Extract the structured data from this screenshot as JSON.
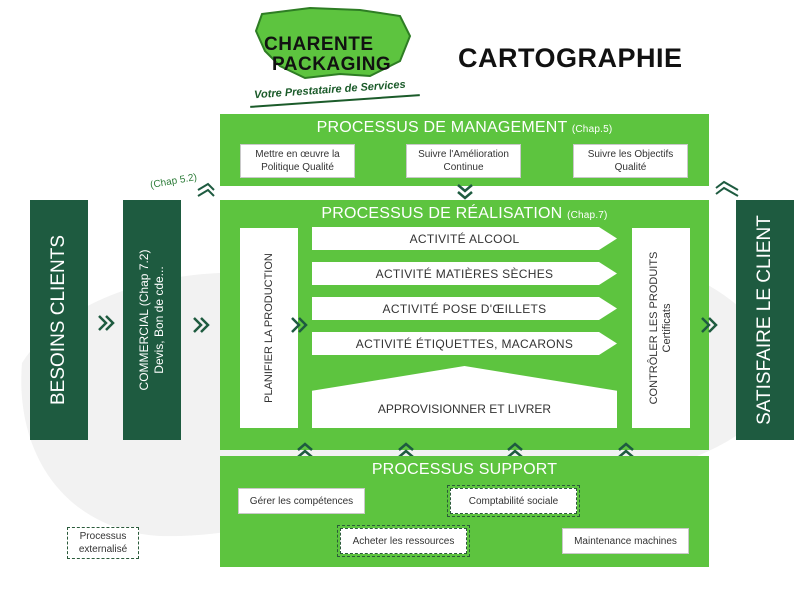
{
  "logo": {
    "line1": "CHARENTE",
    "line2": "PACKAGING",
    "tagline": "Votre Prestataire de Services"
  },
  "title": "CARTOGRAPHIE",
  "left_box": "BESOINS CLIENTS",
  "commercial": {
    "line1": "COMMERCIAL (Chap 7.2)",
    "line2": "Devis, Bon de cde..."
  },
  "chap52": "(Chap 5.2)",
  "right_box": "SATISFAIRE LE CLIENT",
  "management": {
    "title": "PROCESSUS DE MANAGEMENT",
    "chap": "(Chap.5)",
    "items": [
      {
        "line1": "Mettre en œuvre la",
        "line2": "Politique Qualité"
      },
      {
        "line1": "Suivre l'Amélioration",
        "line2": "Continue"
      },
      {
        "line1": "Suivre les Objectifs",
        "line2": "Qualité"
      }
    ]
  },
  "realisation": {
    "title": "PROCESSUS DE RÉALISATION",
    "chap": "(Chap.7)",
    "planifier": "PLANIFIER LA PRODUCTION",
    "activities": [
      "ACTIVITÉ ALCOOL",
      "ACTIVITÉ MATIÈRES SÈCHES",
      "ACTIVITÉ POSE D'ŒILLETS",
      "ACTIVITÉ ÉTIQUETTES, MACARONS"
    ],
    "appro": "APPROVISIONNER ET LIVRER",
    "controle": {
      "line1": "CONTRÔLER LES PRODUITS",
      "line2": "Certificats"
    }
  },
  "support": {
    "title": "PROCESSUS SUPPORT",
    "items": [
      "Gérer les compétences",
      "Comptabilité sociale",
      "Acheter les ressources",
      "Maintenance machines"
    ]
  },
  "legend": {
    "line1": "Processus",
    "line2": "externalisé"
  },
  "colors": {
    "green": "#5dc43f",
    "dark": "#1e5b40"
  }
}
